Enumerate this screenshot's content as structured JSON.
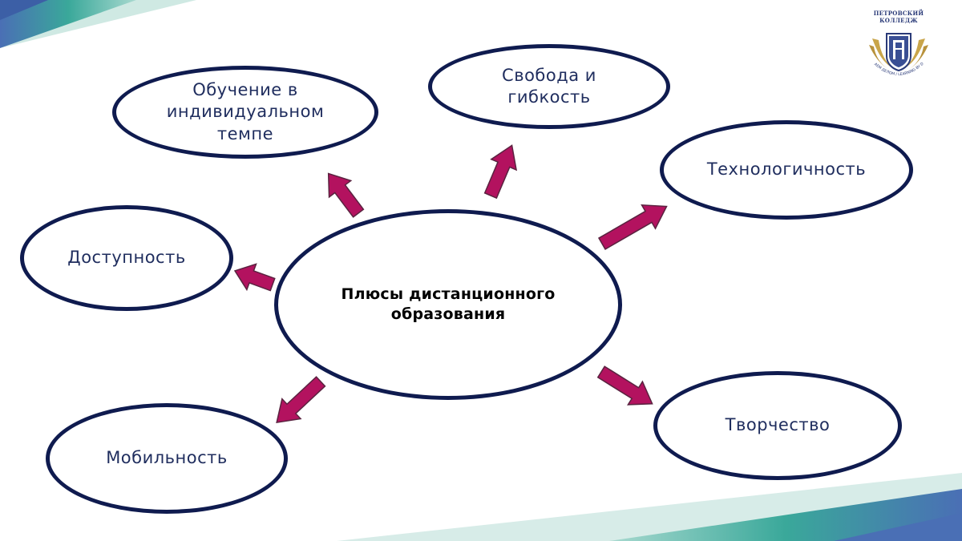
{
  "diagram": {
    "center": {
      "line1": "Плюсы дистанционного",
      "line2": "образования"
    },
    "nodes": {
      "individual_pace": {
        "line1": "Обучение в",
        "line2": "индивидуальном",
        "line3": "темпе"
      },
      "freedom": {
        "line1": "Свобода и",
        "line2": "гибкость"
      },
      "technology": {
        "line1": "Технологичность"
      },
      "accessibility": {
        "line1": "Доступность"
      },
      "creativity": {
        "line1": "Творчество"
      },
      "mobility": {
        "line1": "Мобильность"
      }
    }
  },
  "logo": {
    "line1": "ПЕТРОВСКИЙ",
    "line2": "КОЛЛЕДЖ",
    "motto": "ОБУЧАЕМ ДЕЛОМ / LEARNING BY DOING"
  },
  "colors": {
    "ellipse_border": "#0f1b4f",
    "arrow_fill": "#b3125f",
    "arrow_stroke": "#5a2340",
    "node_text": "#1f2d5e",
    "decor_teal": "#3aa89a",
    "decor_blue": "#4a6fb5",
    "decor_light": "#a7d9cf"
  }
}
